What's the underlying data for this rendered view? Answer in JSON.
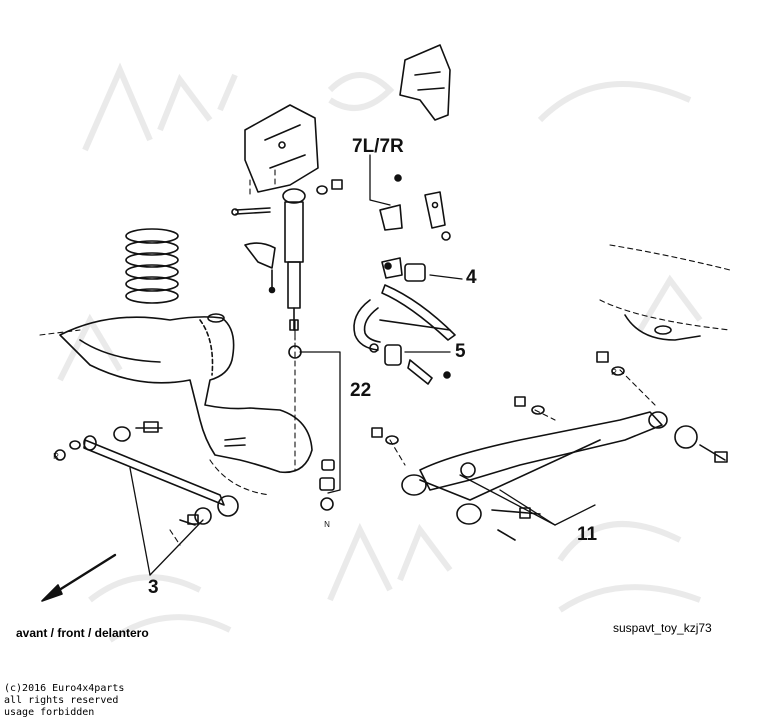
{
  "callouts": {
    "part_7": "7L/7R",
    "part_4": "4",
    "part_5": "5",
    "part_22": "22",
    "part_11": "11",
    "part_3": "3"
  },
  "washer_marks": {
    "r_left": "R",
    "r_right": "R",
    "n_bottom": "N"
  },
  "direction_label": "avant / front / delantero",
  "diagram_code": "suspavt_toy_kzj73",
  "copyright_lines": [
    "(c)2016 Euro4x4parts",
    "all rights reserved",
    "usage forbidden"
  ],
  "colors": {
    "line": "#111111",
    "watermark": "#e6e6e6",
    "background": "#ffffff"
  }
}
